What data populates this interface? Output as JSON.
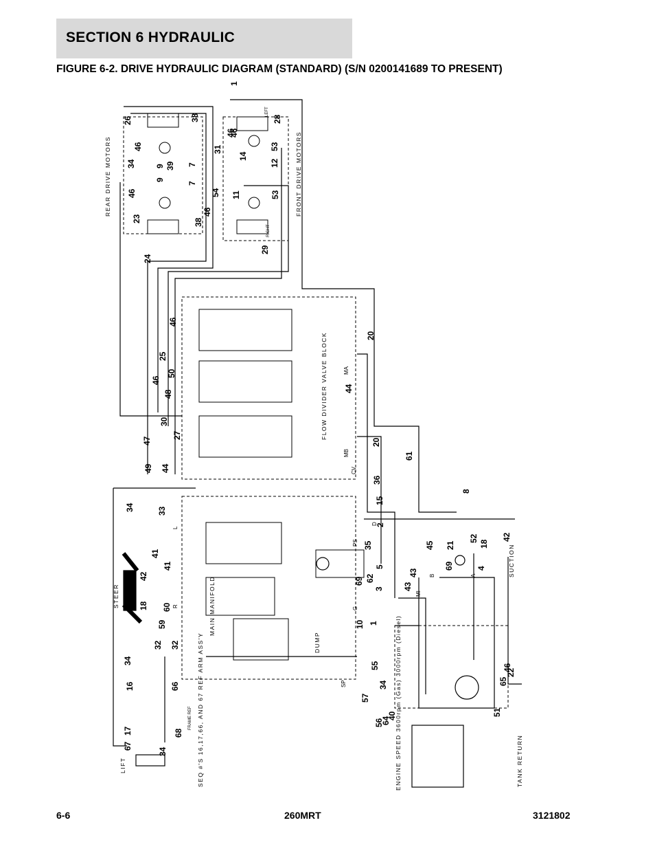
{
  "header": {
    "section": "SECTION 6   HYDRAULIC"
  },
  "figure": {
    "title": "FIGURE 6-2. DRIVE HYDRAULIC DIAGRAM (STANDARD) (S/N 0200141689 TO PRESENT)"
  },
  "footer": {
    "page": "6-6",
    "model": "260MRT",
    "doc_number": "3121802"
  },
  "diagram": {
    "labels": {
      "rear_drive_motors": "REAR DRIVE MOTORS",
      "front_drive_motors": "FRONT DRIVE MOTORS",
      "flow_divider": "FLOW DIVIDER VALVE BLOCK",
      "main_manifold": "MAIN MANIFOLD",
      "steer": "STEER",
      "lift": "LIFT",
      "suction": "SUCTION",
      "tank_return": "TANK RETURN",
      "engine_speed": "ENGINE SPEED 3600rpm (Gas) 3000rpm (Diesel)",
      "seq_note": "SEQ #'S 16,17,66, AND 67 REF ARM ASS'Y",
      "left": "LEFT",
      "right": "RIGHT",
      "dump": "DUMP",
      "frame_ref": "FRAME REF"
    },
    "ports": [
      "MA",
      "MB",
      "CV",
      "PS",
      "D",
      "G",
      "MI",
      "SP",
      "A",
      "B",
      "L",
      "R"
    ],
    "callouts": [
      "1",
      "26",
      "38",
      "46",
      "28",
      "34",
      "46",
      "9",
      "7",
      "39",
      "31",
      "14",
      "53",
      "12",
      "46",
      "7",
      "9",
      "54",
      "11",
      "53",
      "23",
      "38",
      "46",
      "46",
      "24",
      "29",
      "46",
      "25",
      "46",
      "50",
      "48",
      "30",
      "47",
      "27",
      "49",
      "44",
      "20",
      "44",
      "20",
      "61",
      "36",
      "15",
      "8",
      "34",
      "33",
      "2",
      "35",
      "45",
      "21",
      "52",
      "18",
      "42",
      "41",
      "41",
      "42",
      "18",
      "60",
      "59",
      "5",
      "69",
      "62",
      "3",
      "43",
      "43",
      "69",
      "4",
      "10",
      "1",
      "34",
      "32",
      "32",
      "16",
      "66",
      "17",
      "67",
      "68",
      "34",
      "55",
      "57",
      "34",
      "56",
      "40",
      "64",
      "65",
      "46",
      "22",
      "51"
    ]
  }
}
